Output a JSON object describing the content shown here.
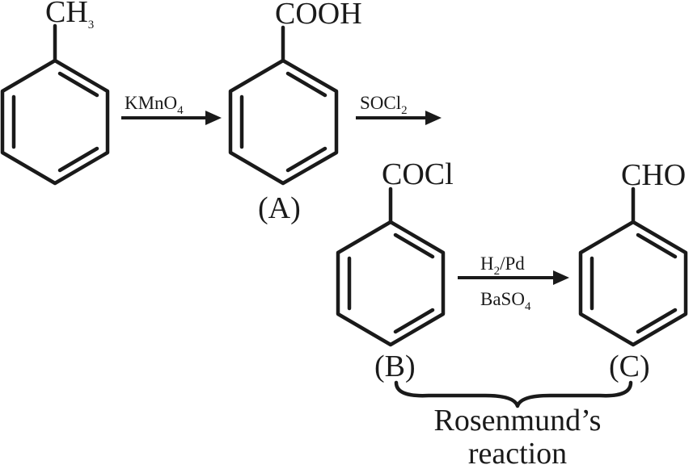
{
  "compounds": {
    "toluene": {
      "group": "CH",
      "group_sub": "3"
    },
    "A": {
      "group": "COOH",
      "label": "(A)"
    },
    "B": {
      "group": "COCl",
      "label": "(B)"
    },
    "C": {
      "group": "CHO",
      "label": "(C)"
    }
  },
  "reagents": {
    "step1": {
      "main": "KMnO",
      "sub": "4"
    },
    "step2": {
      "main": "SOCl",
      "sub": "2"
    },
    "step3_top": {
      "part1": "H",
      "sub": "2",
      "part2": "/Pd"
    },
    "step3_bottom": {
      "main": "BaSO",
      "sub": "4"
    }
  },
  "annotation": {
    "line1": "Rosenmund’s",
    "line2": "reaction"
  }
}
